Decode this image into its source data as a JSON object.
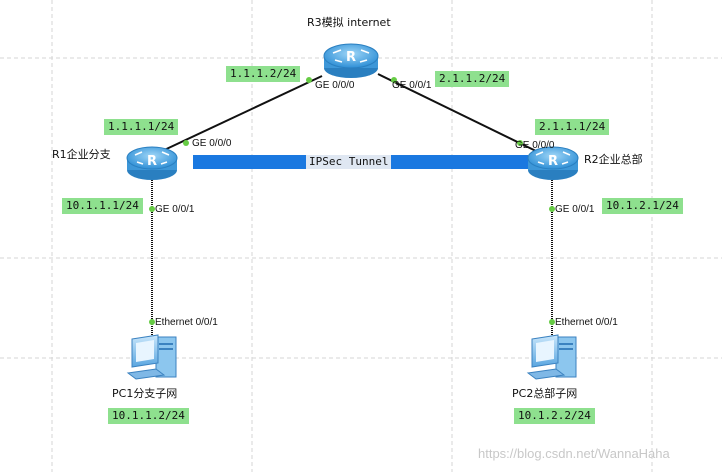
{
  "devices": {
    "r3": {
      "name": "R3模拟 internet"
    },
    "r1": {
      "name": "R1企业分支"
    },
    "r2": {
      "name": "R2企业总部"
    },
    "pc1": {
      "name": "PC1分支子网"
    },
    "pc2": {
      "name": "PC2总部子网"
    }
  },
  "ips": {
    "r3_g000": "1.1.1.2/24",
    "r3_g001": "2.1.1.2/24",
    "r1_g000": "1.1.1.1/24",
    "r2_g000": "2.1.1.1/24",
    "r1_g001": "10.1.1.1/24",
    "r2_g001": "10.1.2.1/24",
    "pc1": "10.1.1.2/24",
    "pc2": "10.1.2.2/24"
  },
  "ports": {
    "r3_left": "GE 0/0/0",
    "r3_right": "GE 0/0/1",
    "r1_up": "GE 0/0/0",
    "r2_up": "GE 0/0/0",
    "r1_down": "GE 0/0/1",
    "r2_down": "GE 0/0/1",
    "pc1_eth": "Ethernet 0/0/1",
    "pc2_eth": "Ethernet 0/0/1"
  },
  "tunnel": {
    "label": "IPSec Tunnel"
  },
  "watermark": "https://blog.csdn.net/WannaHaha",
  "colors": {
    "ip_bg": "#8ee08e",
    "tunnel": "#1a78e0",
    "router": "#4aa7e6",
    "port_dot": "#66cc44"
  },
  "icons": {
    "router": "router-icon",
    "pc": "pc-icon"
  }
}
